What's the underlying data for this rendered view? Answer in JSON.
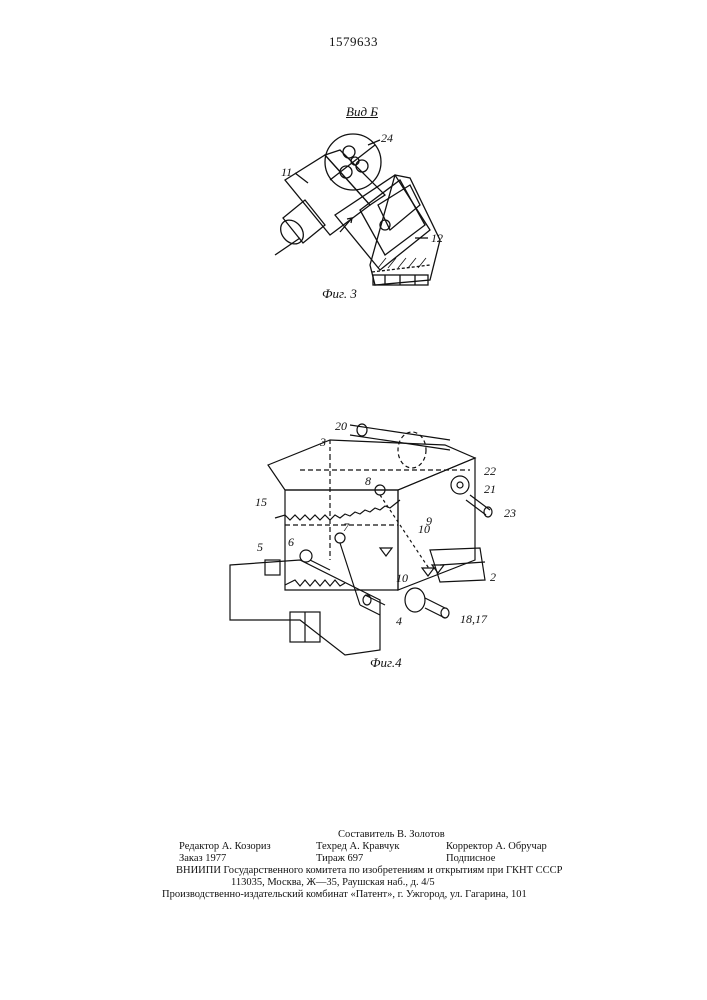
{
  "document": {
    "patent_number": "1579633"
  },
  "figure3": {
    "view_title": "Вид Б",
    "caption": "Фиг. 3",
    "labels": {
      "l11": "11",
      "l24": "24",
      "l12": "12"
    }
  },
  "figure4": {
    "caption": "Фиг.4",
    "labels": {
      "l20": "20",
      "l3": "3",
      "l22": "22",
      "l8": "8",
      "l21": "21",
      "l23": "23",
      "l15": "15",
      "l9": "9",
      "l7": "7",
      "l10a": "10",
      "l5": "5",
      "l6": "6",
      "l10b": "10",
      "l2": "2",
      "l4": "4",
      "l1817": "18,17"
    }
  },
  "credits": {
    "compiler": "Составитель В. Золотов",
    "editor": "Редактор А. Козориз",
    "techred": "Техред А. Кравчук",
    "corrector": "Корректор А. Обручар",
    "order": "Заказ 1977",
    "circulation": "Тираж 697",
    "subscription": "Подписное",
    "vniipi": "ВНИИПИ Государственного комитета по изобретениям и открытиям при ГКНТ СССР",
    "address": "113035, Москва, Ж—35, Раушская наб., д. 4/5",
    "publisher": "Производственно-издательский комбинат «Патент», г. Ужгород, ул. Гагарина, 101"
  }
}
